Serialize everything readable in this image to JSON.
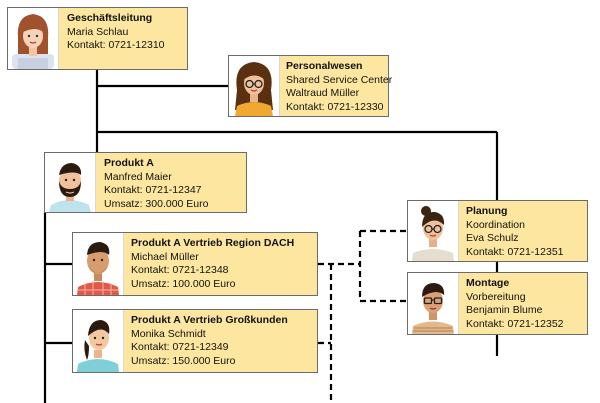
{
  "nodes": {
    "ceo": {
      "title": "Geschäftsleitung",
      "lines": [
        "Maria Schlau",
        "Kontakt: 0721-12310"
      ]
    },
    "hr": {
      "title": "Personalwesen",
      "lines": [
        "Shared Service Center",
        "Waltraud Müller",
        "Kontakt: 0721-12330"
      ]
    },
    "prodA": {
      "title": "Produkt A",
      "lines": [
        "Manfred Maier",
        "Kontakt: 0721-12347",
        "Umsatz: 300.000  Euro"
      ]
    },
    "dach": {
      "title": "Produkt A Vertrieb Region DACH",
      "lines": [
        "Michael Müller",
        "Kontakt: 0721-12348",
        "Umsatz: 100.000  Euro"
      ]
    },
    "gross": {
      "title": "Produkt A Vertrieb Großkunden",
      "lines": [
        "Monika Schmidt",
        "Kontakt: 0721-12349",
        "Umsatz: 150.000  Euro"
      ]
    },
    "plan": {
      "title": "Planung",
      "lines": [
        "Koordination",
        "Eva Schulz",
        "Kontakt: 0721-12351"
      ]
    },
    "mont": {
      "title": "Montage",
      "lines": [
        "Vorbereitung",
        "Benjamin Blume",
        "Kontakt: 0721-12352"
      ]
    }
  },
  "colors": {
    "card": "#fde7a0",
    "line": "#000000"
  }
}
